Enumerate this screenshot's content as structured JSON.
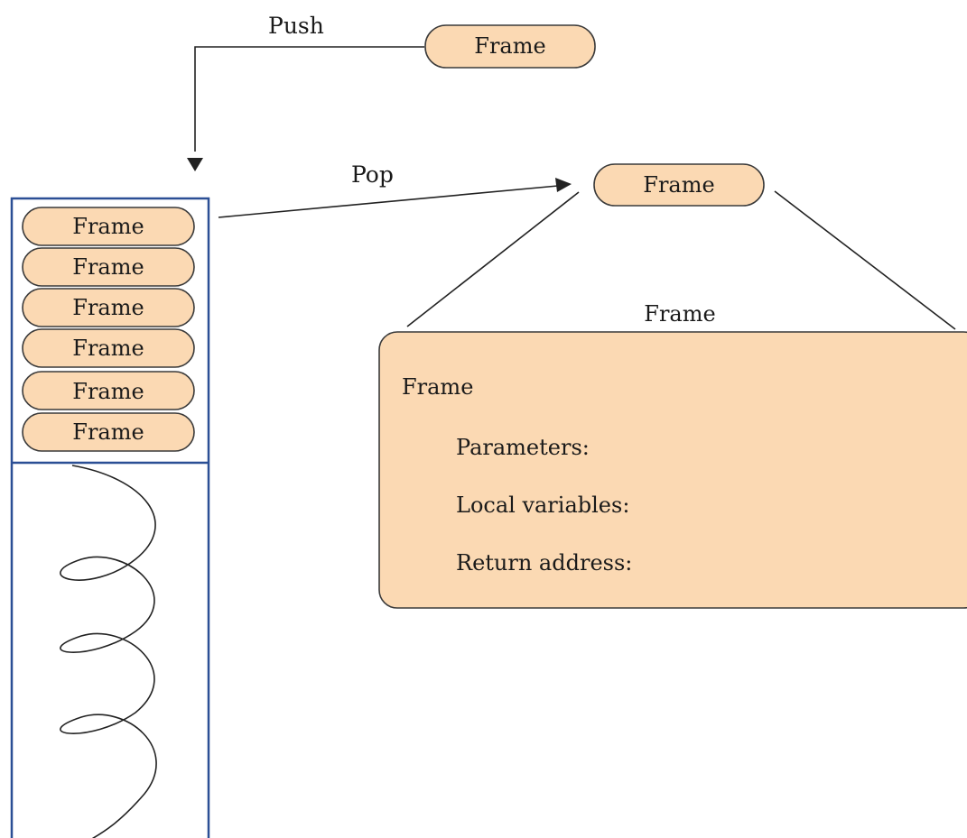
{
  "labels": {
    "push": "Push",
    "pop": "Pop",
    "top_frame": "Frame",
    "popped_frame": "Frame",
    "detail_caption": "Frame"
  },
  "stack": {
    "frames": [
      "Frame",
      "Frame",
      "Frame",
      "Frame",
      "Frame",
      "Frame"
    ]
  },
  "detail": {
    "heading": "Frame",
    "fields": [
      "Parameters:",
      "Local variables:",
      "Return address:"
    ]
  },
  "colors": {
    "frame_fill": "#fbd9b3",
    "stack_border": "#2b4f95",
    "line": "#222222"
  }
}
